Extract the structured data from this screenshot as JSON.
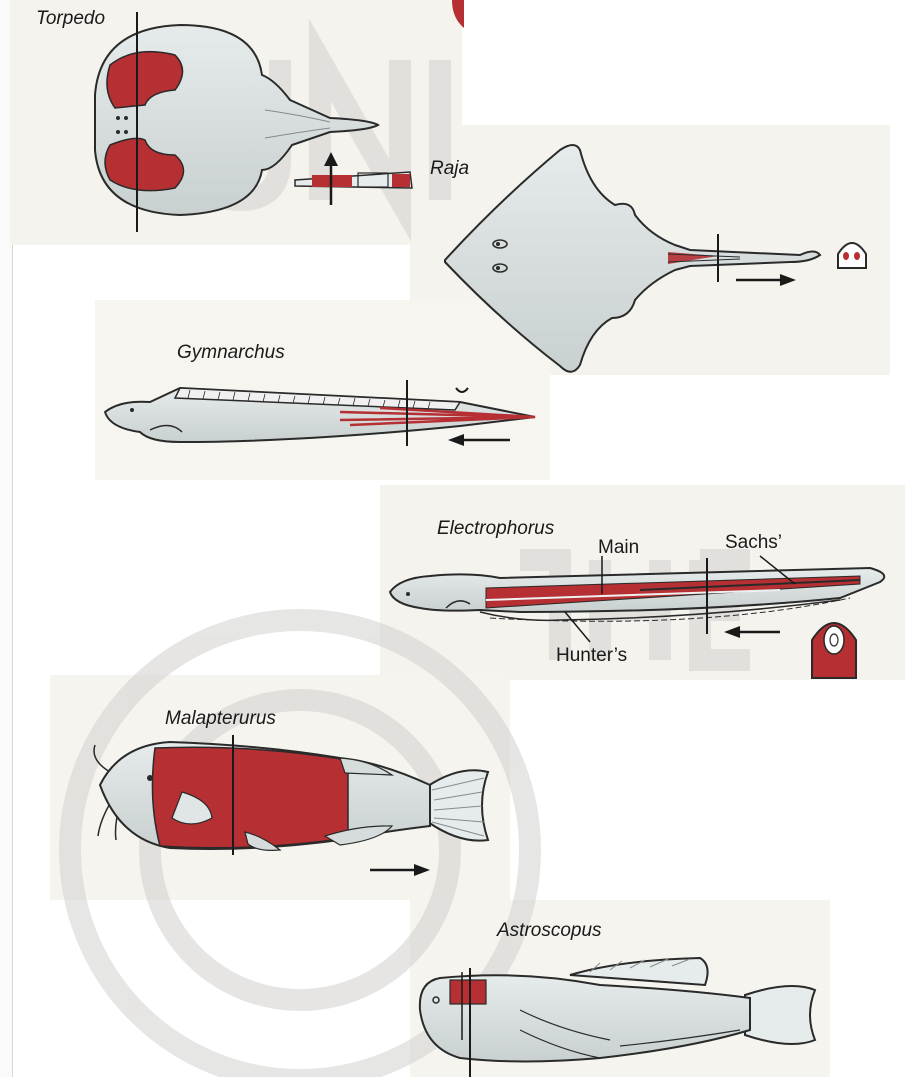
{
  "fish": {
    "torpedo": "Torpedo",
    "raja": "Raja",
    "gymnarchus": "Gymnarchus",
    "electrophorus": "Electrophorus",
    "malapterurus": "Malapterurus",
    "astroscopus": "Astroscopus"
  },
  "organs": {
    "main": "Main",
    "sachs": "Sachs’",
    "hunters": "Hunter’s"
  },
  "colors": {
    "organ_red": "#b52f33",
    "body_gray": "#d6dcdc",
    "panel_bg": "#f6f4ee",
    "outline": "#2a2a2a",
    "watermark": "#d0cfcf"
  }
}
